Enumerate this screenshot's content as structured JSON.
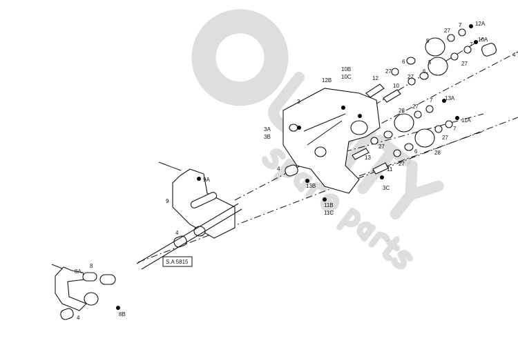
{
  "watermark": {
    "brand": "UNITY",
    "tagline": "spare parts"
  },
  "callouts": [
    "12A",
    "7",
    "27",
    "5",
    "10A",
    "7",
    "4",
    "27",
    "5",
    "6",
    "27",
    "6",
    "27",
    "12",
    "10B",
    "10C",
    "12B",
    "10",
    "3",
    "13A",
    "7",
    "27",
    "28",
    "11A",
    "7",
    "27",
    "28",
    "6",
    "27",
    "27",
    "13",
    "11",
    "3A",
    "3B",
    "4",
    "13B",
    "11B",
    "11C",
    "3C",
    "9A",
    "9",
    "4",
    "8A",
    "8",
    "8B",
    "4"
  ],
  "reference_box": "S.A 5815"
}
